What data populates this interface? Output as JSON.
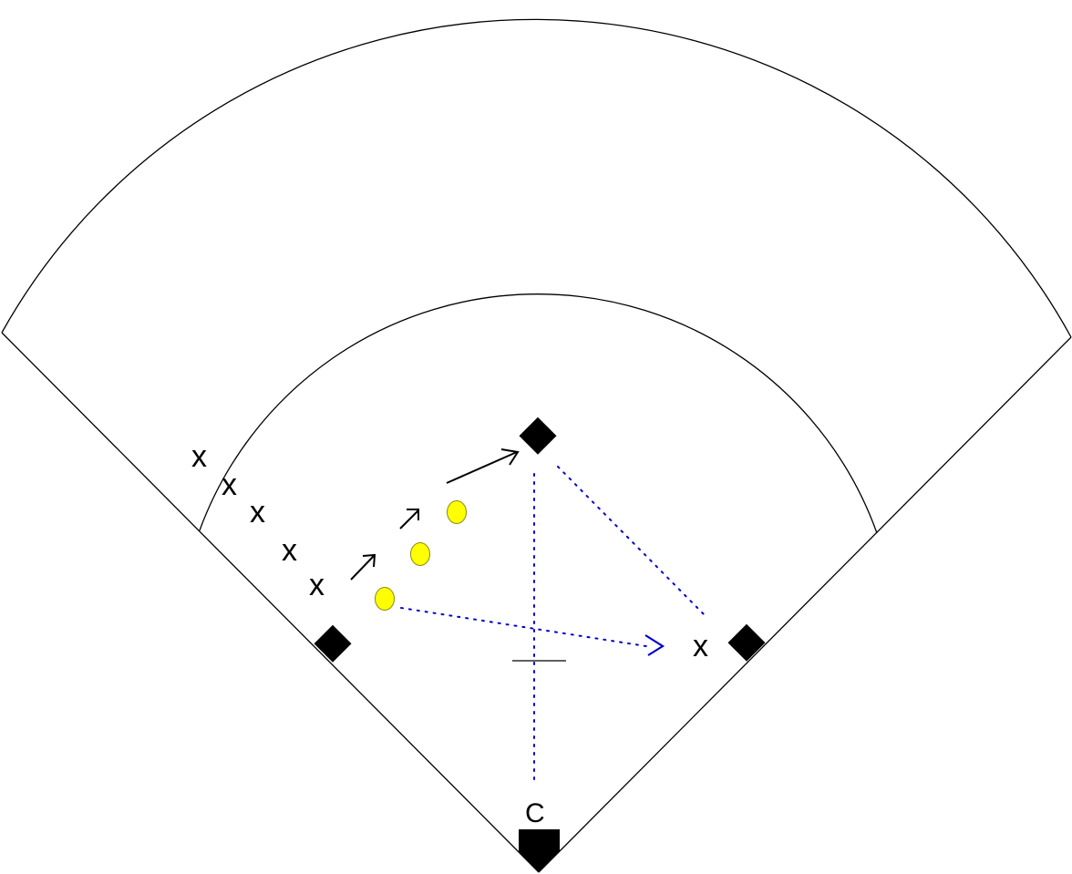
{
  "diagram": {
    "players": {
      "fielder_symbol": "x",
      "catcher_label": "C"
    },
    "colors": {
      "lines": "#000000",
      "bases": "#000000",
      "balls": "#ffff00",
      "ball_outline": "#8a8a00",
      "throw_path": "#0000cc"
    },
    "elements": {
      "bases": [
        "first-base",
        "second-base",
        "third-base",
        "home-plate"
      ],
      "lineup_count": 5,
      "ball_count": 3,
      "run_arrow_count": 3
    }
  }
}
